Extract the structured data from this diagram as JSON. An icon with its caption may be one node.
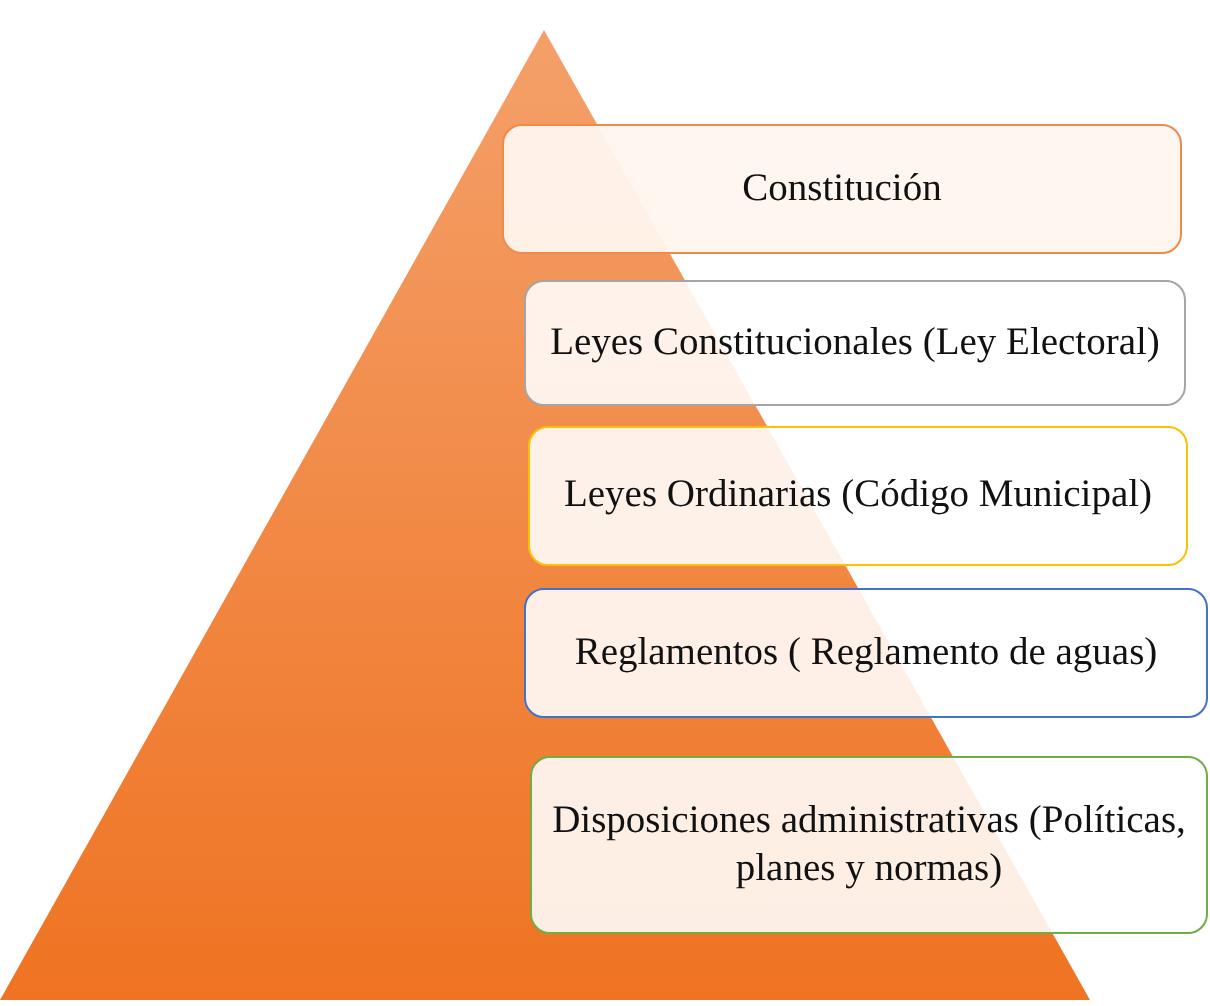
{
  "diagram": {
    "nodes": [
      {
        "text": [
          "Constitución"
        ]
      },
      {
        "text": [
          "Leyes Constitucionales (Ley Electoral)"
        ]
      },
      {
        "text": [
          "Leyes Ordinarias (Código Municipal)"
        ]
      },
      {
        "text": [
          "Reglamentos ( Reglamento de aguas)"
        ]
      },
      {
        "text": [
          "Disposiciones administrativas (Políticas, planes y normas)"
        ]
      }
    ],
    "edges": []
  }
}
